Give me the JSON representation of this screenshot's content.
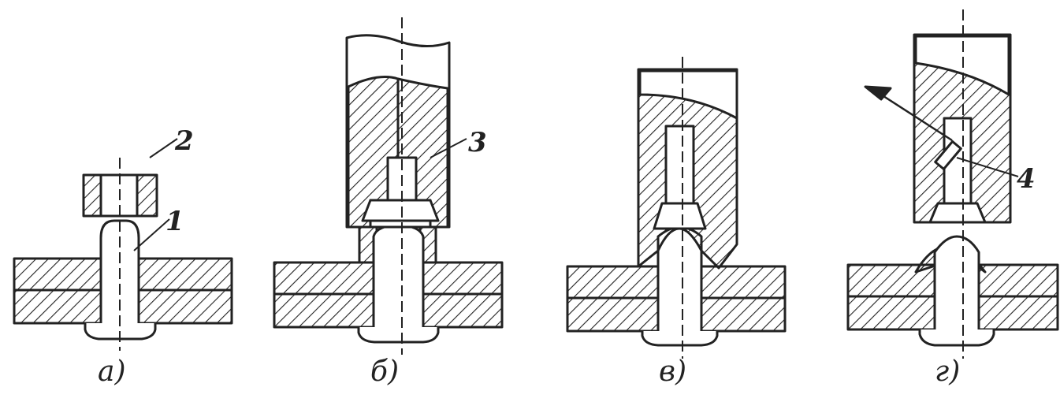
{
  "labels": {
    "part_1": "1",
    "part_2": "2",
    "part_3": "3",
    "part_4": "4"
  },
  "captions": {
    "a": "а)",
    "b": "б)",
    "v": "в)",
    "g": "г)"
  },
  "colors": {
    "ink": "#222222",
    "background": "#ffffff"
  }
}
